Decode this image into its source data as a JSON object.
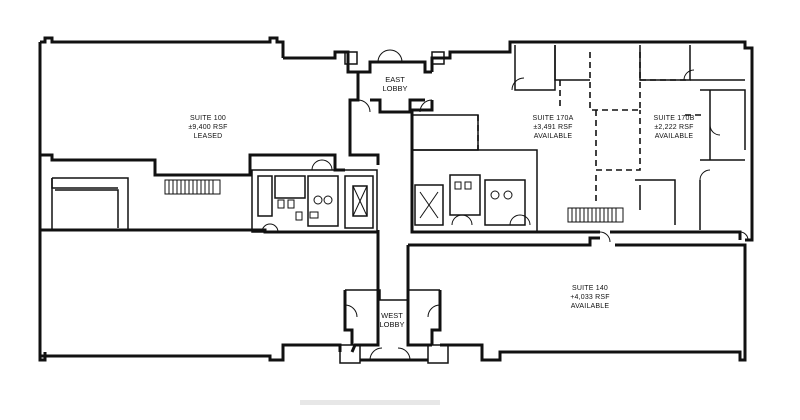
{
  "suites": [
    {
      "name": "SUITE 100",
      "area": "±9,400 RSF",
      "status": "LEASED"
    },
    {
      "name": "SUITE 170A",
      "area": "±3,491 RSF",
      "status": "AVAILABLE"
    },
    {
      "name": "SUITE 170B",
      "area": "±2,222 RSF",
      "status": "AVAILABLE"
    },
    {
      "name": "SUITE 140",
      "area": "+4,033 RSF",
      "status": "AVAILABLE"
    }
  ],
  "lobbies": [
    {
      "line1": "EAST",
      "line2": "LOBBY"
    },
    {
      "line1": "WEST",
      "line2": "LOBBY"
    }
  ]
}
